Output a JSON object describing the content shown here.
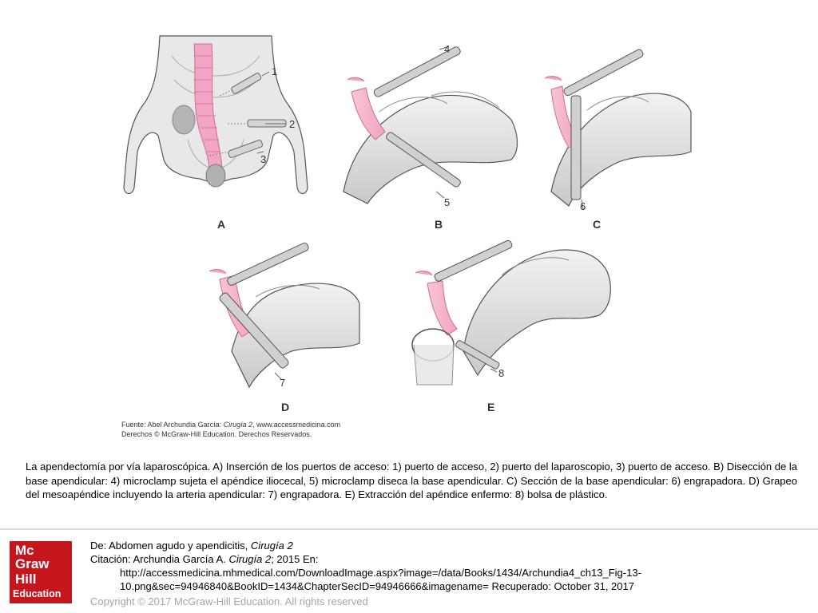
{
  "figure": {
    "credit_line1_prefix": "Fuente: Abel Archundia García: ",
    "credit_line1_book": "Cirugía 2",
    "credit_line1_suffix": ", www.accessmedicina.com",
    "credit_line2": "Derechos © McGraw-Hill Education. Derechos Reservados.",
    "panels": [
      "A",
      "B",
      "C",
      "D",
      "E"
    ],
    "callouts": [
      "1",
      "2",
      "3",
      "4",
      "5",
      "6",
      "7",
      "8"
    ]
  },
  "caption": " La apendectomía por vía laparoscópica. A) Inserción de los puertos de acceso: 1) puerto de acceso, 2) puerto del laparoscopio, 3) puerto de acceso. B) Disección de la base apendicular: 4) microclamp sujeta el apéndice iliocecal, 5) microclamp diseca la base apendicular. C) Sección de la base apendicular: 6) engrapadora. D) Grapeo del mesoapéndice incluyendo la arteria apendicular: 7) engrapadora. E) Extracción del apéndice enfermo: 8) bolsa de plástico.",
  "logo": {
    "line1": "Mc",
    "line2": "Graw",
    "line3": "Hill",
    "line4": "Education"
  },
  "source": {
    "from_prefix": "De: Abdomen agudo y apendicitis, ",
    "from_book": "Cirugía 2",
    "citation_prefix": "Citación: Archundia García A",
    "citation_dot": ". ",
    "citation_book": "Cirugía 2",
    "citation_suffix": "; 2015 En:",
    "url_line1": "http://accessmedicina.mhmedical.com/DownloadImage.aspx?image=/data/Books/1434/Archundia4_ch13_Fig-13-",
    "url_line2": "10.png&sec=94946840&BookID=1434&ChapterSecID=94946666&imagename= Recuperado: October 31, 2017"
  },
  "copyright": "Copyright © 2017 McGraw-Hill Education. All rights reserved"
}
